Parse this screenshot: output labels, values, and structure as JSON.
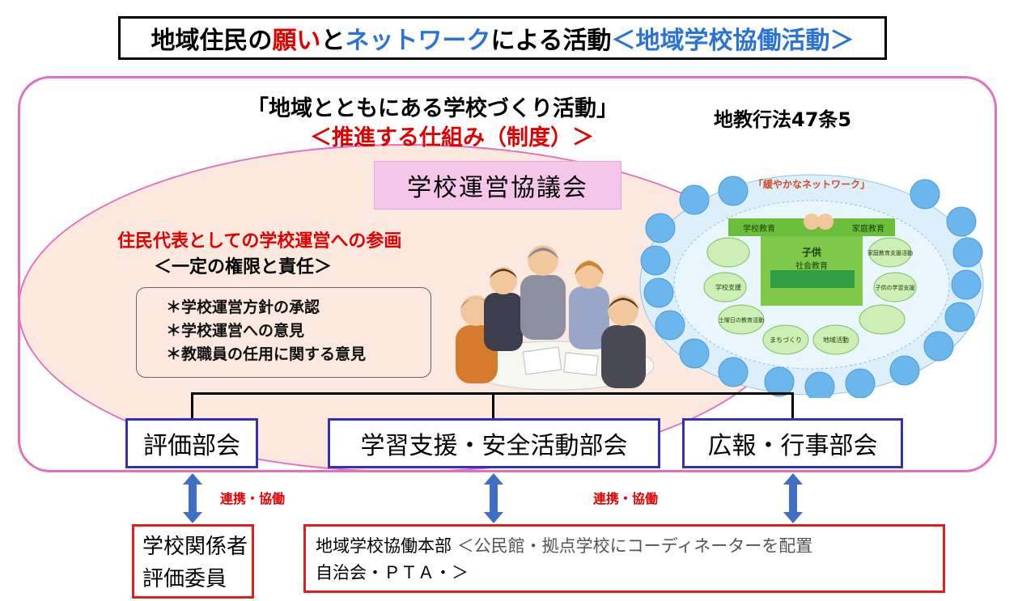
{
  "header": {
    "part1": "地域住民の",
    "part2": "願い",
    "part3": "と",
    "part4": "ネットワーク",
    "part5": "による活動",
    "part6": "＜地域学校協働活動＞"
  },
  "main": {
    "title": "「地域とともにある学校づくり活動」",
    "law": "地教行法47条5",
    "subtitle": "＜推進する仕組み（制度）＞",
    "council": "学校運営協議会",
    "representation": "住民代表としての学校運営への参画",
    "authority": "＜一定の権限と責任＞",
    "duties": [
      "＊学校運営方針の承認",
      "＊学校運営への意見",
      "＊教職員の任用に関する意見"
    ]
  },
  "network": {
    "title": "「緩やかなネットワーク」",
    "child": "子供",
    "school_ed": "学校教育",
    "family_ed": "家庭教育",
    "social_ed": "社会教育",
    "labels": [
      "学校支援",
      "まちづくり",
      "地域活動",
      "家庭教育支援活動",
      "子供の学習支援",
      "土曜日の教育活動"
    ]
  },
  "departments": [
    "評価部会",
    "学習支援・安全活動部会",
    "広報・行事部会"
  ],
  "cooperation": [
    "連携・協働",
    "連携・協働"
  ],
  "bottom": {
    "evaluators_line1": "学校関係者",
    "evaluators_line2": "評価委員",
    "hq_line1": "地域学校協働本部",
    "hq_line1_tail": "＜公民館・拠点学校にコーディネーターを配置",
    "hq_line2": "自治会・ＰＴＡ・＞"
  },
  "colors": {
    "accent_red": "#e10000",
    "accent_blue": "#2a73d6",
    "frame_pink": "#e26fc0",
    "council_pink": "#f4c6ea",
    "dept_border": "#3232b5",
    "arrow_blue": "#3d6fc5"
  }
}
